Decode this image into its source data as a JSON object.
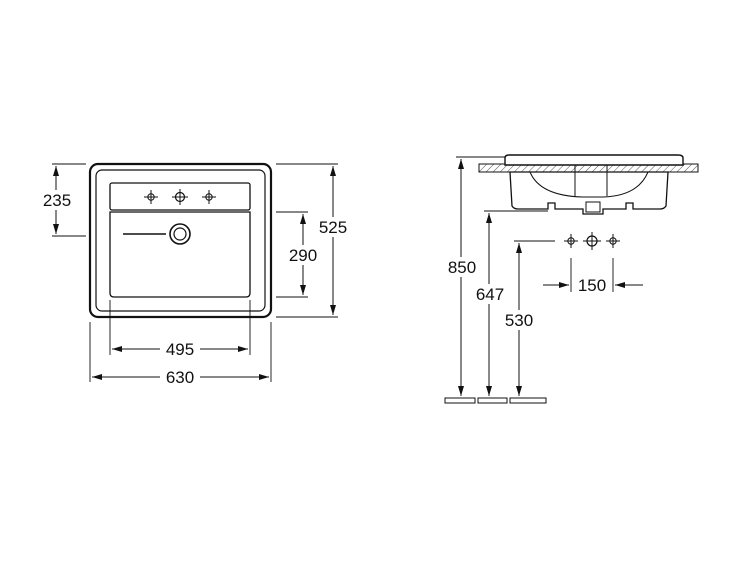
{
  "drawing": {
    "top_view": {
      "overall_depth": "525",
      "tap_ledge_depth": "235",
      "bowl_depth": "290",
      "bowl_width": "495",
      "overall_width": "630"
    },
    "side_view": {
      "rim_height": "850",
      "bowl_bottom_height": "647",
      "waste_height": "530",
      "tap_hole_spacing": "150"
    }
  },
  "colors": {
    "line": "#111111",
    "hatch": "#555555",
    "background": "#ffffff"
  }
}
